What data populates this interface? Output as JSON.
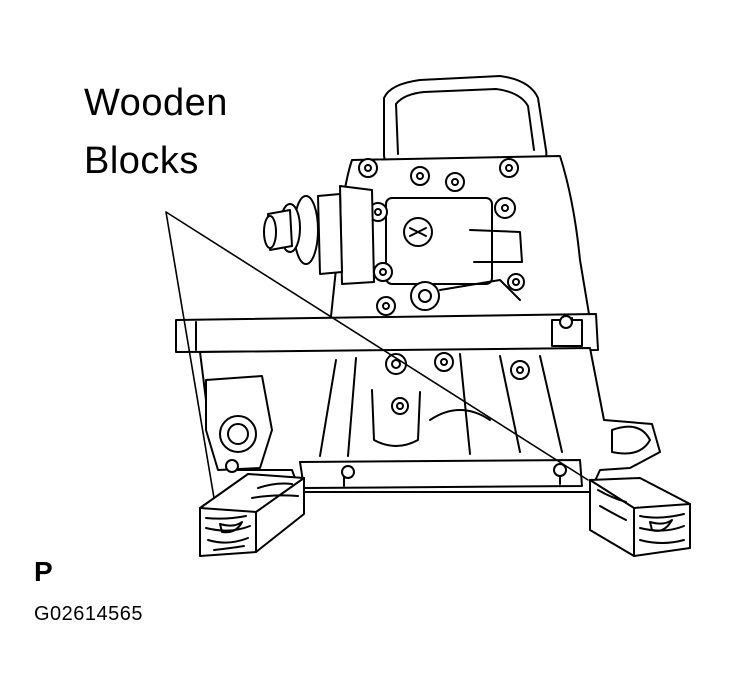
{
  "callout": {
    "line1": "Wooden",
    "line2": "Blocks"
  },
  "view_marker": "P",
  "figure_code": "G02614565"
}
